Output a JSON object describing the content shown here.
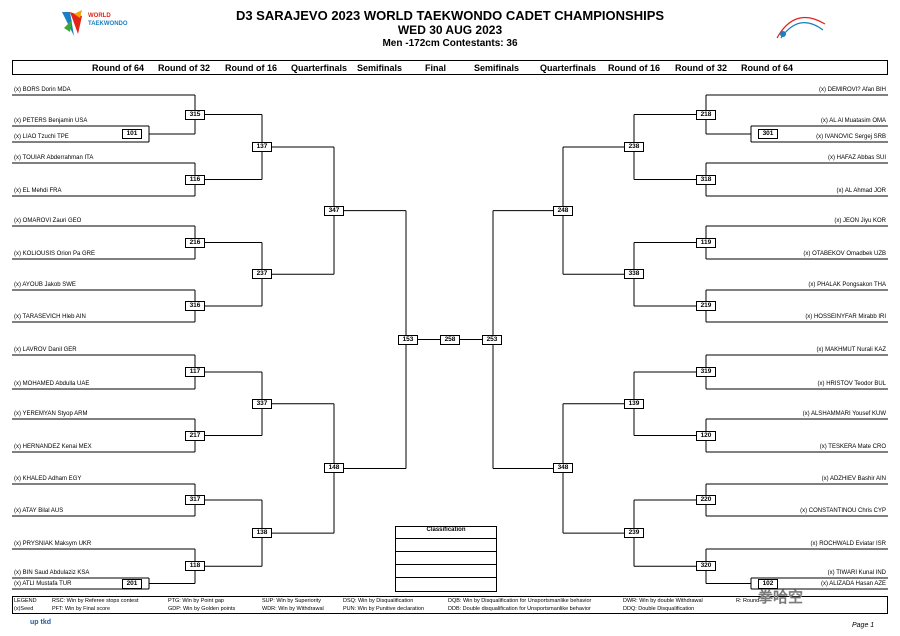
{
  "header": {
    "title": "D3 SARAJEVO 2023 WORLD TAEKWONDO CADET CHAMPIONSHIPS",
    "date": "WED 30 AUG 2023",
    "division": "Men -172cm  Contestants: 36",
    "logo_text_1": "WORLD",
    "logo_text_2": "TAEKWONDO"
  },
  "round_labels": [
    "Round of 64",
    "Round of 32",
    "Round of 16",
    "Quarterfinals",
    "Semifinals",
    "Final",
    "Semifinals",
    "Quarterfinals",
    "Round of 16",
    "Round of 32",
    "Round of 64"
  ],
  "left_names": [
    "(x) BORS Dorin MDA",
    "(x) PETERS Benjamin USA",
    "(x) LIAO Tzuchi TPE",
    "(x) TOUIAR Abderrahman ITA",
    "(x) EL Mehdi FRA",
    "(x) OMAROVI Zauri GEO",
    "(x) KOLIOUSIS Orion Pa GRE",
    "(x) AYOUB Jakob SWE",
    "(x) TARASEVICH Hleb AIN",
    "(x) LAVROV Danil GER",
    "(x) MOHAMED Abdulla UAE",
    "(x) YEREMYAN Styop ARM",
    "(x) HERNANDEZ Kenai MEX",
    "(x) KHALED Adham EGY",
    "(x) ATAY Bilal AUS",
    "(x) PRYSNIAK Maksym UKR",
    "(x) BIN Saud Abdulaziz KSA",
    "(x) ATLI Mustafa TUR"
  ],
  "right_names": [
    "(x) DEMIROVI? Afan BIH",
    "(x) AL Al Muatasim OMA",
    "(x) IVANOVIC Sergej SRB",
    "(x) HAFAZ Abbas SUI",
    "(x) AL Ahmad JOR",
    "(x) JEON Jiyu KOR",
    "(x) OTABEKOV Omadbek UZB",
    "(x) PHALAK Pongsakon THA",
    "(x) HOSSEINYFAR Mirabb IRI",
    "(x) MAKHMUT Nurali KAZ",
    "(x) HRISTOV Teodor BUL",
    "(x) ALSHAMMARI Yousef KUW",
    "(x) TESKERA Mate CRO",
    "(x) ADZHIEV Bashir AIN",
    "(x) CONSTANTINOU Chris CYP",
    "(x) ROCHWALD Eviatar ISR",
    "(x) TIWARI Kunal IND",
    "(x) ALIZADA Hasan AZE"
  ],
  "left_matches": {
    "r64": [
      "101",
      "201"
    ],
    "r32": [
      "315",
      "116",
      "216",
      "316",
      "117",
      "217",
      "317",
      "118"
    ],
    "r16": [
      "137",
      "237",
      "337",
      "138"
    ],
    "qf": [
      "347",
      "148"
    ],
    "sf": "153"
  },
  "final_match": "258",
  "right_matches": {
    "r64": [
      "301",
      "102"
    ],
    "r32": [
      "218",
      "318",
      "119",
      "219",
      "319",
      "120",
      "220",
      "320"
    ],
    "r16": [
      "238",
      "338",
      "139",
      "239"
    ],
    "qf": [
      "248",
      "348"
    ],
    "sf": "253"
  },
  "classification": {
    "title": "Classification"
  },
  "legend": {
    "c0": [
      "LEGEND",
      "(x)Seed"
    ],
    "c1": [
      "RSC: Win by Referee stops contest",
      "PFT: Win by Final score"
    ],
    "c2": [
      "PTG: Win by Point gap",
      "GDP: Win by Golden points"
    ],
    "c3": [
      "SUP: Win by Superiority",
      "WDR: Win by Withdrawal"
    ],
    "c4": [
      "DSQ: Win by Disqualification",
      "PUN: Win by Punitive declaration"
    ],
    "c5": [
      "DQB: Win by Disqualification for Unsportsmanlike behavior",
      "DDB: Double disqualification for Unsportsmanlike behavior"
    ],
    "c6": [
      "DWR: Win by double Withdrawal",
      "DDQ: Double Disqualification"
    ],
    "c7": [
      "R: Round",
      ""
    ]
  },
  "footer": {
    "brand": "up tkd",
    "page": "Page 1",
    "watermark": "拳哈空"
  }
}
